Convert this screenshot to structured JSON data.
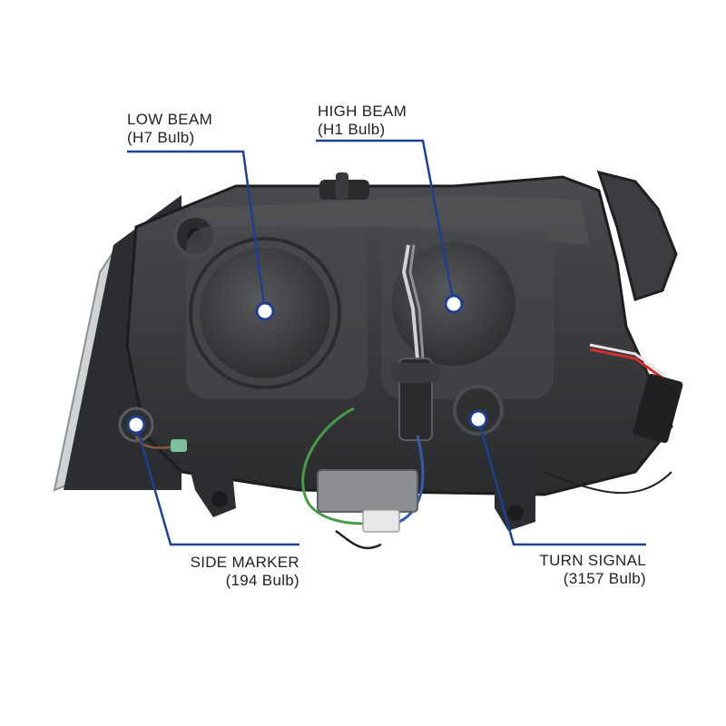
{
  "labels": {
    "low_beam": {
      "name": "LOW BEAM",
      "bulb": "(H7 Bulb)"
    },
    "high_beam": {
      "name": "HIGH BEAM",
      "bulb": "(H1 Bulb)"
    },
    "side_marker": {
      "name": "SIDE MARKER",
      "bulb": "(194 Bulb)"
    },
    "turn_signal": {
      "name": "TURN SIGNAL",
      "bulb": "(3157 Bulb)"
    }
  },
  "colors": {
    "callout_line": "#1f3f8f",
    "marker_fill": "#ffffff",
    "housing": "#3a3b3d",
    "housing_dark": "#1f2022",
    "label_text": "#222222"
  }
}
